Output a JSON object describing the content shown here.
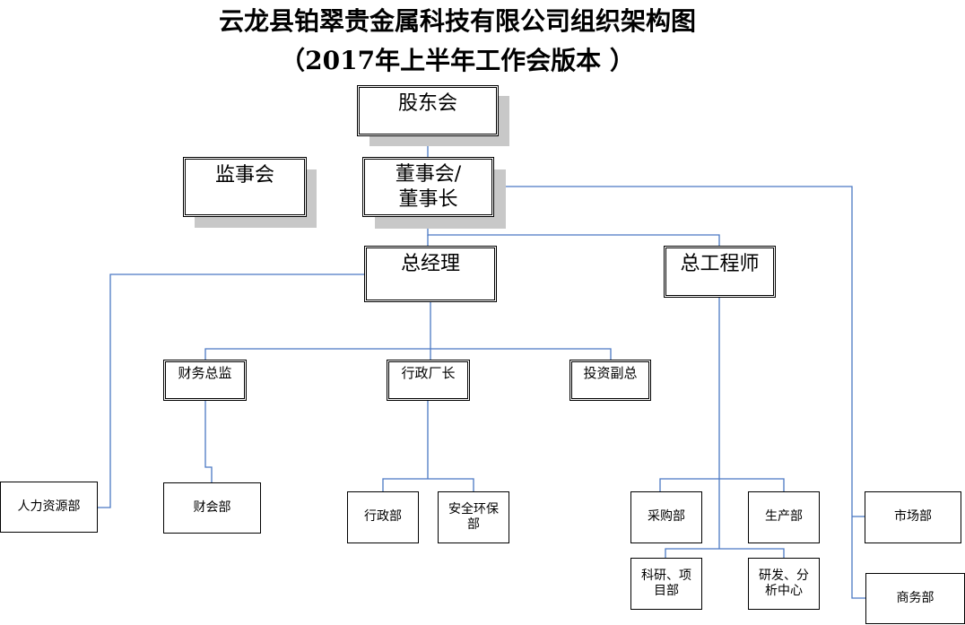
{
  "title": {
    "line1": "云龙县铂翠贵金属科技有限公司组织架构图",
    "line2": "（2017年上半年工作会版本 ）"
  },
  "nodes": {
    "shareholders": "股东会",
    "supervisors": "监事会",
    "board": "董事会/\n董事长",
    "gm": "总经理",
    "chief_engineer": "总工程师",
    "cfo": "财务总监",
    "admin_director": "行政厂长",
    "invest_vp": "投资副总",
    "hr": "人力资源部",
    "finance": "财会部",
    "admin": "行政部",
    "safety": "安全环保\n部",
    "purchasing": "采购部",
    "production": "生产部",
    "rnd_projects": "科研、项\n目部",
    "rnd_center": "研发、分\n析中心",
    "marketing": "市场部",
    "business": "商务部"
  },
  "colors": {
    "connector": "#4a78c4",
    "shadow": "#c8c8c8",
    "border": "#000000"
  }
}
